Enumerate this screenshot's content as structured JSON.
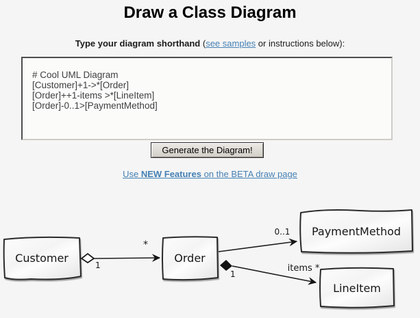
{
  "header": {
    "title": "Draw a Class Diagram"
  },
  "prompt": {
    "bold_text": "Type your diagram shorthand",
    "paren_open": " (",
    "samples_link": "see samples",
    "rest": " or instructions below):"
  },
  "editor": {
    "value": "# Cool UML Diagram\n[Customer]+1->*[Order]\n[Order]++1-items >*[LineItem]\n[Order]-0..1>[PaymentMethod]"
  },
  "generate_button": {
    "label": "Generate the Diagram!"
  },
  "beta_link": {
    "prefix": "Use ",
    "bold": "NEW Features",
    "suffix": " on the BETA draw page"
  },
  "colors": {
    "page_background": "#f5f5f5",
    "link_blue": "#4580b4",
    "box_border": "#2a2a2a",
    "box_fill_light": "#ffffff",
    "box_fill_dark": "#e8e8e8",
    "text_black": "#000000"
  },
  "diagram": {
    "style": "scruffy-hand-drawn",
    "classes": [
      {
        "name": "Customer"
      },
      {
        "name": "Order"
      },
      {
        "name": "PaymentMethod"
      },
      {
        "name": "LineItem"
      }
    ],
    "relations": [
      {
        "from": "Customer",
        "to": "Order",
        "type": "aggregation",
        "source_multiplicity": "1",
        "target_multiplicity": "*"
      },
      {
        "from": "Order",
        "to": "PaymentMethod",
        "type": "association",
        "target_multiplicity": "0..1"
      },
      {
        "from": "Order",
        "to": "LineItem",
        "type": "composition",
        "source_multiplicity": "1",
        "target_label": "items *"
      }
    ]
  }
}
